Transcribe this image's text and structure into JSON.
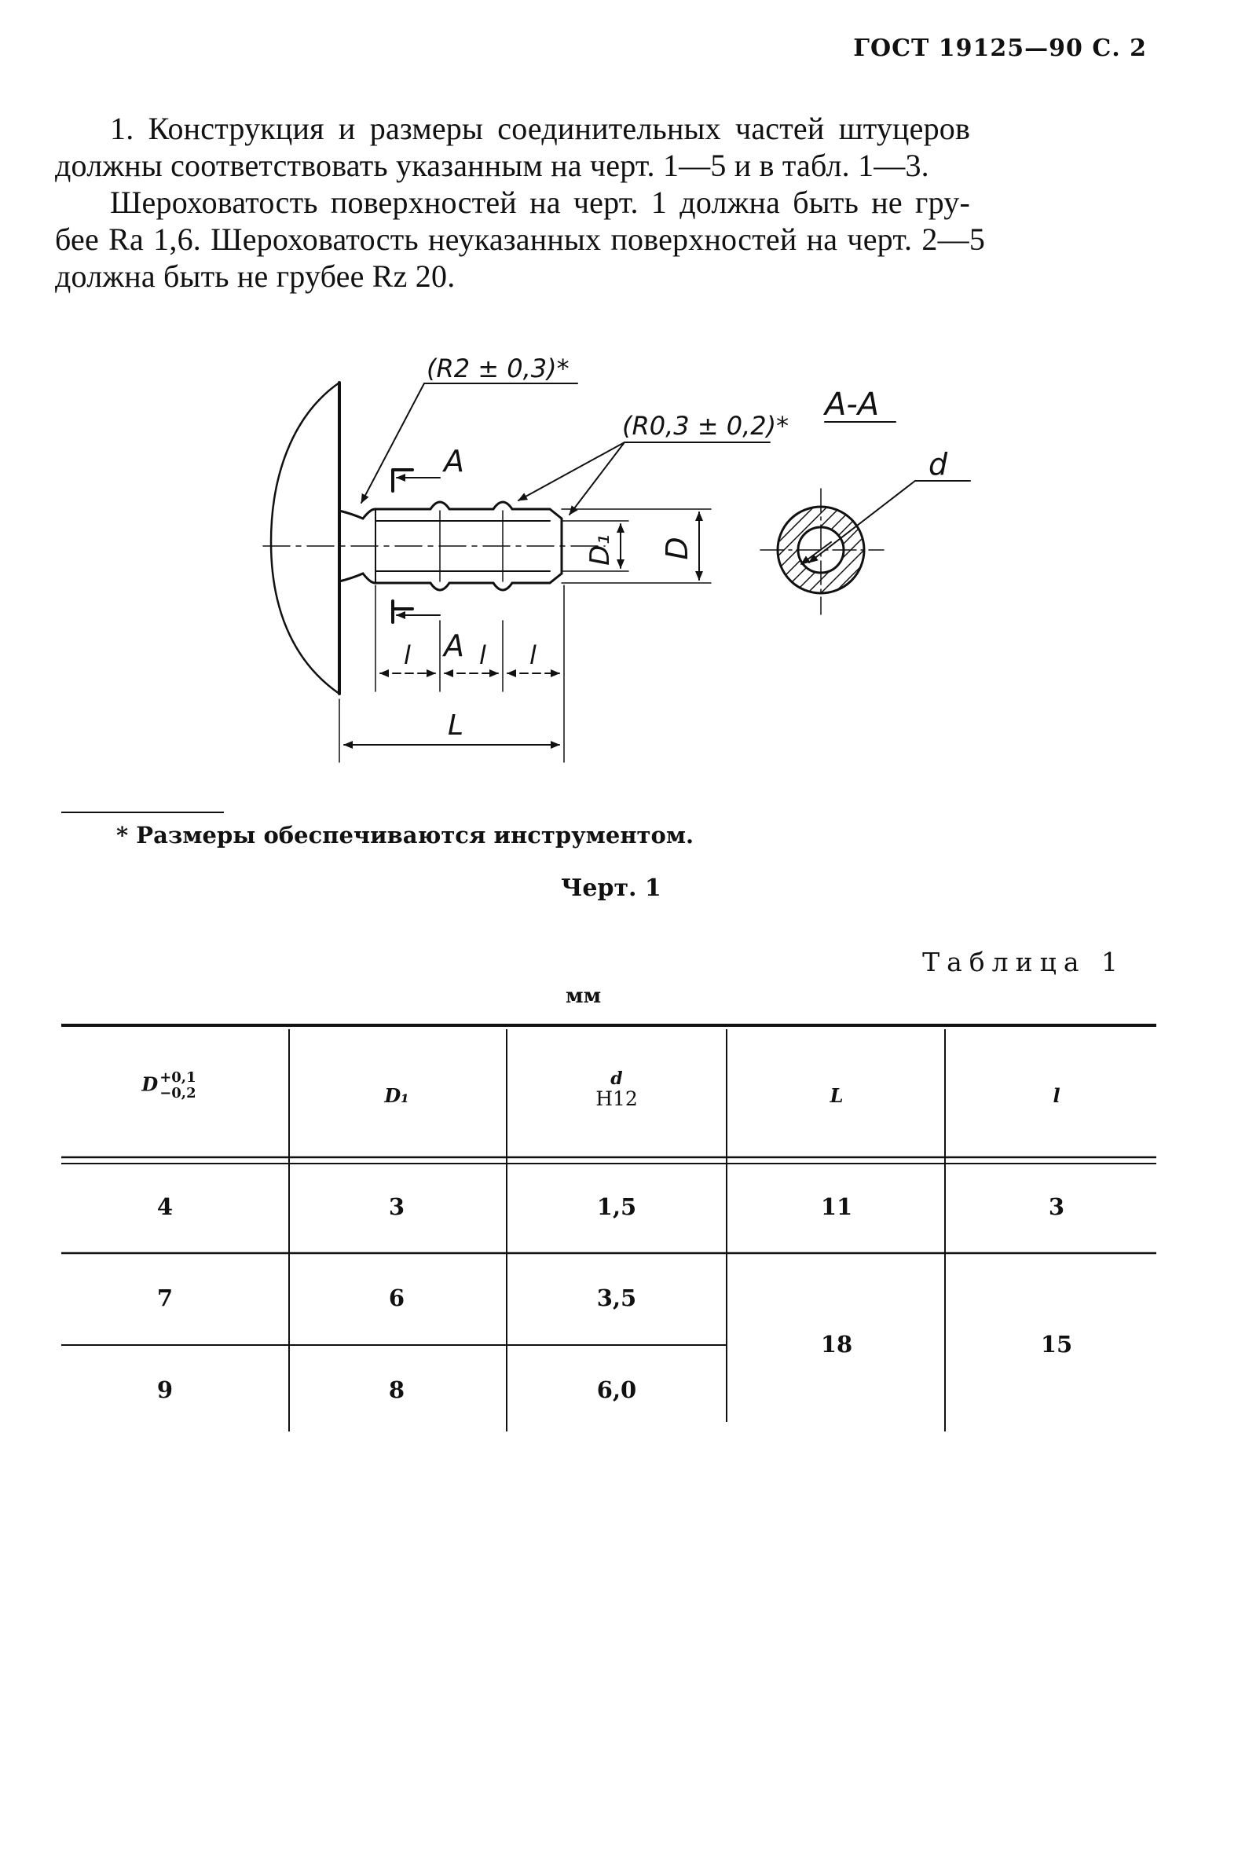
{
  "header": {
    "text": "ГОСТ 19125—90 С. 2"
  },
  "body": {
    "p1": [
      "1. Конструкция и размеры соединительных частей штуцеров",
      "должны соответствовать указанным на черт. 1—5 и в табл. 1—3."
    ],
    "p2": [
      "Шероховатость поверхностей на черт. 1 должна быть не гру-",
      "бее Ra 1,6. Шероховатость неуказанных поверхностей на черт. 2—5",
      "должна быть не грубее Rz 20."
    ]
  },
  "drawing": {
    "radius_callout_1": "(R2 ± 0,3)*",
    "radius_callout_2": "(R0,3 ± 0,2)*",
    "section_name": "А-А",
    "section_mark": "А",
    "dim_d": "d",
    "dim_D": "D",
    "dim_D1": "D₁",
    "dim_l": "l",
    "dim_L": "L"
  },
  "footnote": "* Размеры обеспечиваются инструментом.",
  "caption": "Черт. 1",
  "table": {
    "title": "Таблица 1",
    "units": "мм",
    "headers": {
      "D_main": "D",
      "D_tol_upper": "+0,1",
      "D_tol_lower": "−0,2",
      "D1": "D₁",
      "d_main": "d",
      "d_fit": "Н12",
      "L": "L",
      "l": "l"
    },
    "rows": [
      {
        "D": "4",
        "D1": "3",
        "d": "1,5",
        "L": "11",
        "l": "3"
      },
      {
        "D": "7",
        "D1": "6",
        "d": "3,5"
      },
      {
        "D": "9",
        "D1": "8",
        "d": "6,0"
      }
    ],
    "merged": {
      "L": "18",
      "l": "15"
    }
  }
}
